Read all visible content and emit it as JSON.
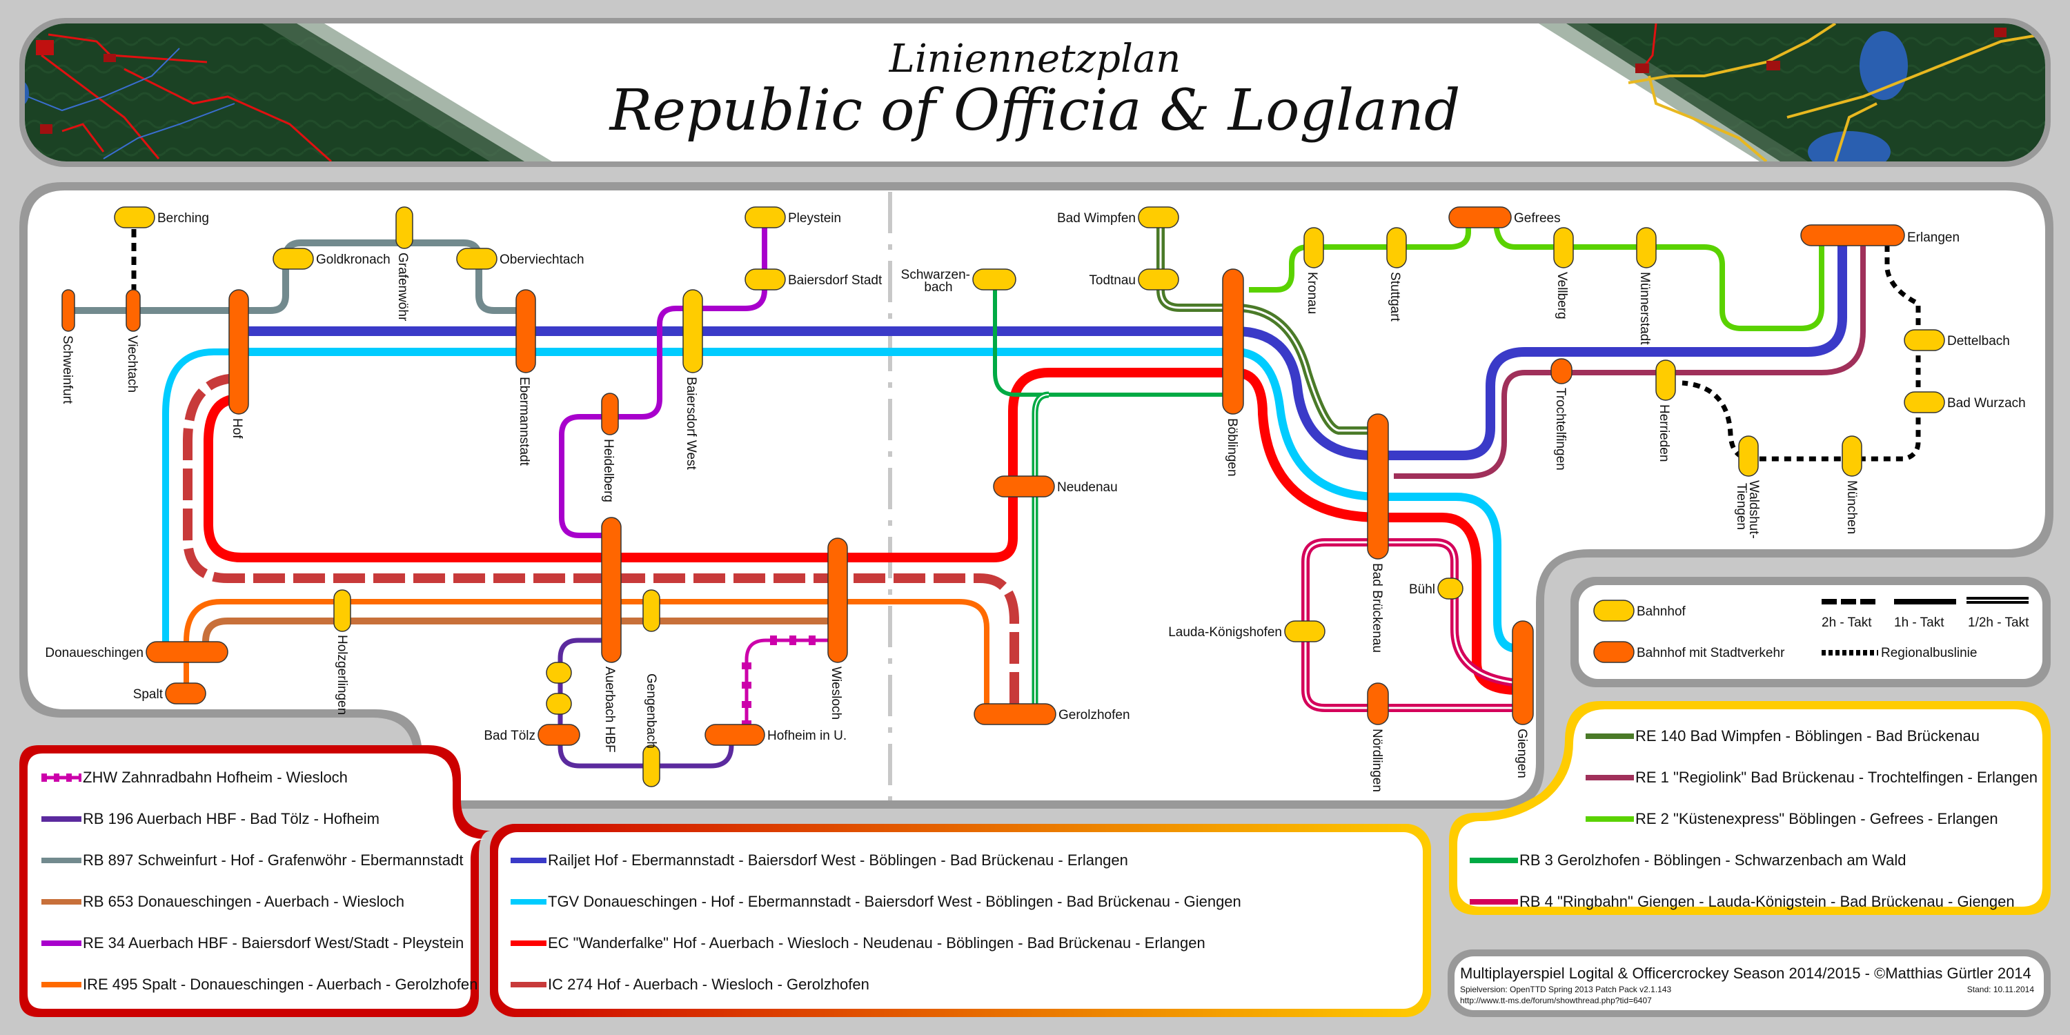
{
  "header": {
    "subtitle": "Liniennetzplan",
    "title": "Republic of Officia & Logland"
  },
  "colors": {
    "station": "#ffcc00",
    "station_city": "#ff6600",
    "frame": "#999999",
    "background": "#c8c8c8"
  },
  "stations": {
    "berching": "Berching",
    "schweinfurt": "Schweinfurt",
    "viechtach": "Viechtach",
    "hof": "Hof",
    "goldkronach": "Goldkronach",
    "grafenwoehr": "Grafenwöhr",
    "oberviechtach": "Oberviechtach",
    "ebermannstadt": "Ebermannstadt",
    "pleystein": "Pleystein",
    "baiersdorf_stadt": "Baiersdorf Stadt",
    "baiersdorf_west": "Baiersdorf West",
    "heidelberg": "Heidelberg",
    "schwarzenbach_1": "Schwarzen-",
    "schwarzenbach_2": "bach",
    "bad_wimpfen": "Bad Wimpfen",
    "todtnau": "Todtnau",
    "boeblingen": "Böblingen",
    "kronau": "Kronau",
    "stuttgart": "Stuttgart",
    "gefrees": "Gefrees",
    "vellberg": "Vellberg",
    "muennerstadt": "Münnerstadt",
    "erlangen": "Erlangen",
    "dettelbach": "Dettelbach",
    "bad_wurzach": "Bad Wurzach",
    "trochtelfingen": "Trochtelfingen",
    "herrieden": "Herrieden",
    "waldshut_1": "Waldshut-",
    "waldshut_2": "Tiengen",
    "muenchen": "München",
    "neudenau": "Neudenau",
    "bad_brueckenau": "Bad Brückenau",
    "buehl": "Bühl",
    "lauda": "Lauda-Königshofen",
    "noerdlingen": "Nördlingen",
    "giengen": "Giengen",
    "donaueschingen": "Donaueschingen",
    "spalt": "Spalt",
    "holzgerlingen": "Holzgerlingen",
    "auerbach": "Auerbach HBF",
    "gengenbach": "Gengenbach",
    "wiesloch": "Wiesloch",
    "bad_toelz": "Bad Tölz",
    "hofheim": "Hofheim in U.",
    "gerolzhofen": "Gerolzhofen"
  },
  "key": {
    "station": "Bahnhof",
    "station_city": "Bahnhof mit Stadtverkehr",
    "takt_2h": "2h - Takt",
    "takt_1h": "1h - Takt",
    "takt_half": "1/2h - Takt",
    "bus": "Regionalbuslinie"
  },
  "lines_left": [
    {
      "label": "ZHW Zahnradbahn Hofheim - Wiesloch",
      "color": "#cc00aa",
      "style": "rack"
    },
    {
      "label": "RB 196 Auerbach HBF - Bad Tölz - Hofheim",
      "color": "#5b2a9e",
      "style": "solid"
    },
    {
      "label": "RB 897 Schweinfurt - Hof - Grafenwöhr - Ebermannstadt",
      "color": "#728a8e",
      "style": "solid"
    },
    {
      "label": "RB 653 Donaueschingen - Auerbach - Wiesloch",
      "color": "#c8703a",
      "style": "solid"
    },
    {
      "label": "RE 34   Auerbach HBF - Baiersdorf West/Stadt - Pleystein",
      "color": "#a800cc",
      "style": "solid"
    },
    {
      "label": "IRE 495 Spalt - Donaueschingen - Auerbach - Gerolzhofen",
      "color": "#ff6a00",
      "style": "solid"
    }
  ],
  "lines_middle": [
    {
      "label": "Railjet Hof - Ebermannstadt - Baiersdorf West - Böblingen - Bad Brückenau - Erlangen",
      "color": "#3a3ac8",
      "style": "solid"
    },
    {
      "label": "TGV Donaueschingen - Hof - Ebermannstadt - Baiersdorf West - Böblingen - Bad Brückenau - Giengen",
      "color": "#00ccff",
      "style": "solid"
    },
    {
      "label": "EC \"Wanderfalke\" Hof - Auerbach - Wiesloch - Neudenau - Böblingen - Bad Brückenau - Erlangen",
      "color": "#ff0000",
      "style": "solid"
    },
    {
      "label": "IC 274 Hof - Auerbach - Wiesloch - Gerolzhofen",
      "color": "#c83a3a",
      "style": "solid"
    }
  ],
  "lines_right": [
    {
      "label": "RE 140 Bad Wimpfen - Böblingen - Bad Brückenau",
      "color": "#4a7a28",
      "style": "solid"
    },
    {
      "label": "RE 1 \"Regiolink\" Bad Brückenau - Trochtelfingen - Erlangen",
      "color": "#a0305a",
      "style": "solid"
    },
    {
      "label": "RE 2 \"Küstenexpress\" Böblingen - Gefrees - Erlangen",
      "color": "#5ad200",
      "style": "solid"
    },
    {
      "label": "RB 3 Gerolzhofen - Böblingen - Schwarzenbach am Wald",
      "color": "#00aa44",
      "style": "solid"
    },
    {
      "label": "RB 4 \"Ringbahn\" Giengen - Lauda-Königstein - Bad Brückenau - Giengen",
      "color": "#d4005a",
      "style": "solid"
    }
  ],
  "footer": {
    "main": "Multiplayerspiel Logital & Officercrockey Season 2014/2015 - ©Matthias Gürtler 2014",
    "version": "Spielversion: OpenTTD Spring 2013 Patch Pack v2.1.143",
    "link": "http://www.tt-ms.de/forum/showthread.php?tid=6407",
    "date": "Stand: 10.11.2014"
  }
}
